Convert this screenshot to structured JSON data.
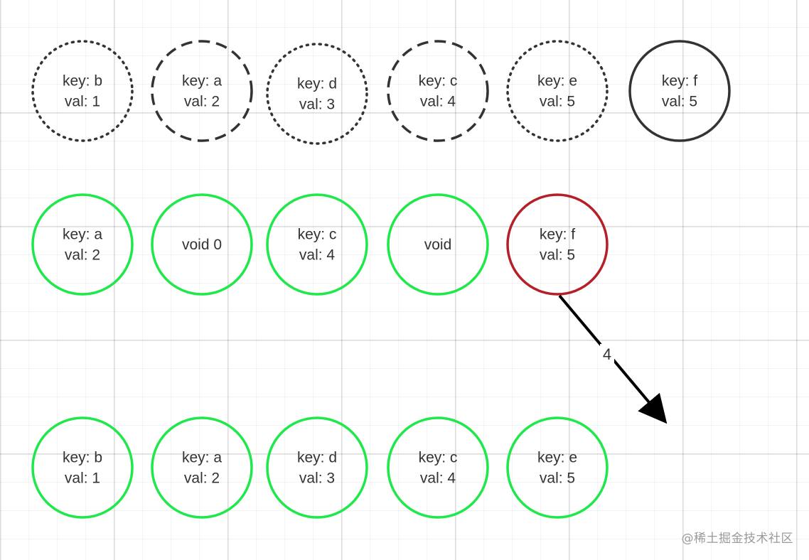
{
  "rows": [
    {
      "id": "old-children",
      "nodes": [
        {
          "lines": [
            "key: b",
            "val: 1"
          ],
          "border": "dotted",
          "color": "#333333"
        },
        {
          "lines": [
            "key: a",
            "val: 2"
          ],
          "border": "dashed",
          "color": "#333333"
        },
        {
          "lines": [
            "key: d",
            "val: 3"
          ],
          "border": "dotted",
          "color": "#333333"
        },
        {
          "lines": [
            "key: c",
            "val: 4"
          ],
          "border": "dashed",
          "color": "#333333"
        },
        {
          "lines": [
            "key: e",
            "val: 5"
          ],
          "border": "dotted",
          "color": "#333333"
        },
        {
          "lines": [
            "key: f",
            "val: 5"
          ],
          "border": "solid",
          "color": "#333333"
        }
      ]
    },
    {
      "id": "middle-row",
      "nodes": [
        {
          "lines": [
            "key: a",
            "val: 2"
          ],
          "border": "solid",
          "color": "#1ee84a"
        },
        {
          "lines": [
            "void 0"
          ],
          "border": "solid",
          "color": "#1ee84a"
        },
        {
          "lines": [
            "key: c",
            "val: 4"
          ],
          "border": "solid",
          "color": "#1ee84a"
        },
        {
          "lines": [
            "void"
          ],
          "border": "solid",
          "color": "#1ee84a"
        },
        {
          "lines": [
            "key: f",
            "val: 5"
          ],
          "border": "solid",
          "color": "#b3202a"
        }
      ]
    },
    {
      "id": "new-children",
      "nodes": [
        {
          "lines": [
            "key: b",
            "val: 1"
          ],
          "border": "solid",
          "color": "#1ee84a"
        },
        {
          "lines": [
            "key: a",
            "val: 2"
          ],
          "border": "solid",
          "color": "#1ee84a"
        },
        {
          "lines": [
            "key: d",
            "val: 3"
          ],
          "border": "solid",
          "color": "#1ee84a"
        },
        {
          "lines": [
            "key: c",
            "val: 4"
          ],
          "border": "solid",
          "color": "#1ee84a"
        },
        {
          "lines": [
            "key: e",
            "val: 5"
          ],
          "border": "solid",
          "color": "#1ee84a"
        }
      ]
    }
  ],
  "arrow": {
    "label": "4",
    "color": "#000000"
  },
  "watermark": "@稀土掘金技术社区"
}
